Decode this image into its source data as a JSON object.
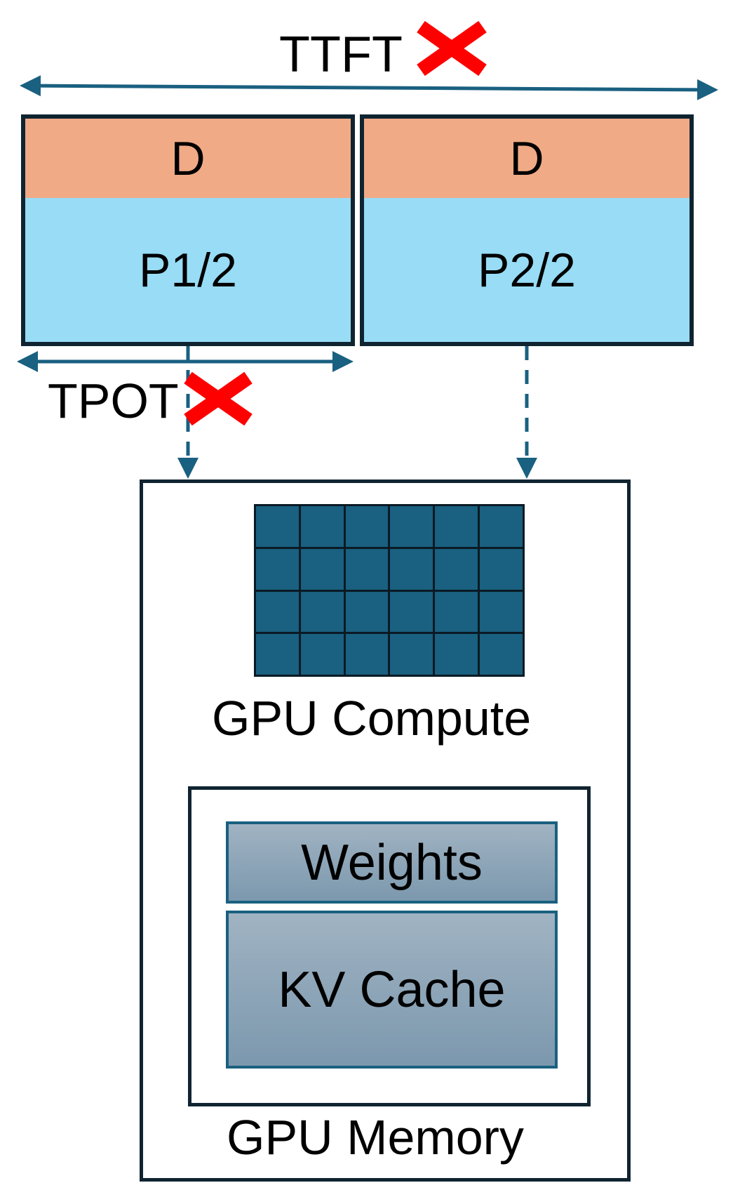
{
  "metrics": {
    "ttft": "TTFT",
    "tpot": "TPOT"
  },
  "batches": [
    {
      "decode": "D",
      "prefill": "P1/2"
    },
    {
      "decode": "D",
      "prefill": "P2/2"
    }
  ],
  "gpu": {
    "compute_label": "GPU Compute",
    "memory_label": "GPU Memory",
    "weights_label": "Weights",
    "kv_cache_label": "KV Cache"
  },
  "icons": {
    "ttft_status": "red-x-icon",
    "tpot_status": "red-x-icon"
  },
  "colors": {
    "decode": "#f0aa86",
    "prefill": "#98dcf6",
    "compute_cell": "#1a6080",
    "arrow": "#1a6080",
    "cross": "#ff0000"
  }
}
